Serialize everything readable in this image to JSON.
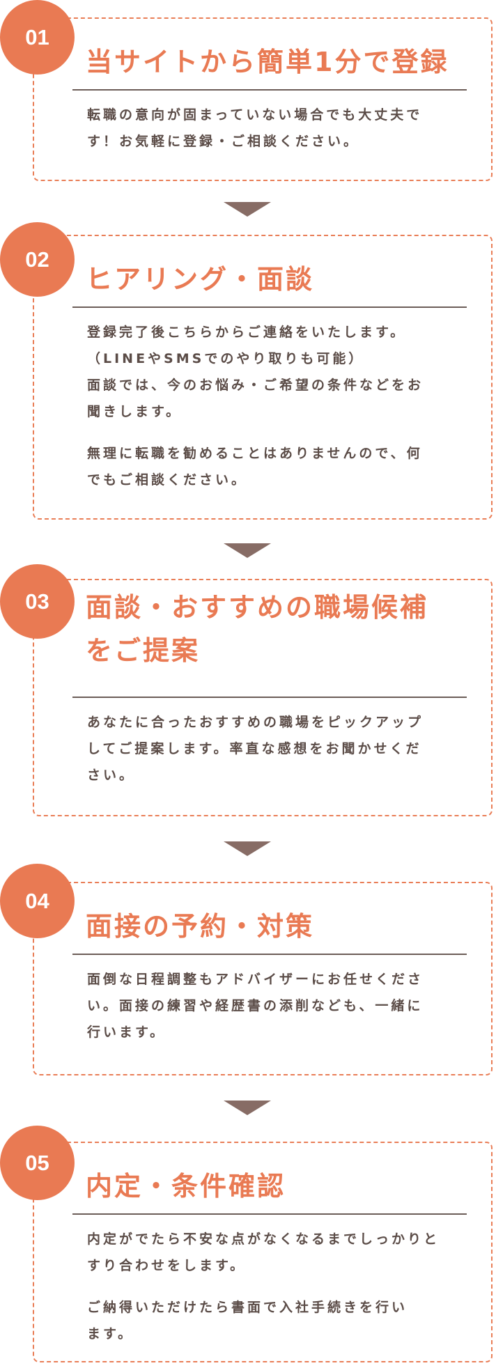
{
  "colors": {
    "accent": "#e97a53",
    "text": "#5b4c47",
    "arrow": "#876c65"
  },
  "steps": [
    {
      "number": "01",
      "title": [
        "当サイトから簡単1分で登録"
      ],
      "paragraphs": [
        [
          "転職の意向が固まっていない場合でも大丈夫で",
          "す！お気軽に登録・ご相談ください。"
        ]
      ]
    },
    {
      "number": "02",
      "title": [
        "ヒアリング・面談"
      ],
      "paragraphs": [
        [
          "登録完了後こちらからご連絡をいたします。",
          "（LINEやSMSでのやり取りも可能）",
          "面談では、今のお悩み・ご希望の条件などをお",
          "聞きします。"
        ],
        [
          "無理に転職を勧めることはありませんので、何",
          "でもご相談ください。"
        ]
      ]
    },
    {
      "number": "03",
      "title": [
        "面談・おすすめの職場候補",
        "をご提案"
      ],
      "paragraphs": [
        [
          "あなたに合ったおすすめの職場をピックアップ",
          "してご提案します。率直な感想をお聞かせくだ",
          "さい。"
        ]
      ]
    },
    {
      "number": "04",
      "title": [
        "面接の予約・対策"
      ],
      "paragraphs": [
        [
          "面倒な日程調整もアドバイザーにお任せくださ",
          "い。面接の練習や経歴書の添削なども、一緒に",
          "行います。"
        ]
      ]
    },
    {
      "number": "05",
      "title": [
        "内定・条件確認"
      ],
      "paragraphs": [
        [
          "内定がでたら不安な点がなくなるまでしっかりと",
          "すり合わせをします。"
        ],
        [
          "ご納得いただけたら書面で入社手続きを行い",
          "ます。"
        ]
      ]
    }
  ]
}
